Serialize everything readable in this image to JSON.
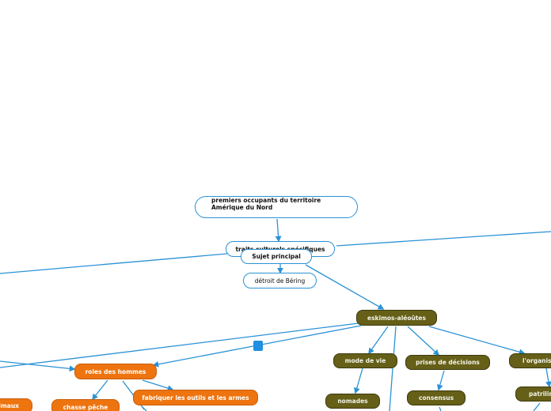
{
  "nodes": {
    "topic_line1": "premiers occupants du territoire",
    "topic_line2": "Amérique du Nord",
    "hidden_node": "traits culturels spécifiques",
    "main_topic": "Sujet principal",
    "bering": "détroit de Béring",
    "eskimos": "eskimos-aléoûtes",
    "mode_vie": "mode de vie",
    "prises_decisions": "prises de décisions",
    "organisation": "l'organisation",
    "roles_hommes": "roles des hommes",
    "nomades": "nomades",
    "consensus": "consensus",
    "patrilineaire": "patrilinéaire",
    "outils": "fabriquer les outils et les armes",
    "chasse": "chasse pêche",
    "animaux": "animaux"
  },
  "colors": {
    "connector": "#2a92d6",
    "olive": "#655f18",
    "orange": "#ee7410",
    "handle": "#1f8fe0"
  }
}
